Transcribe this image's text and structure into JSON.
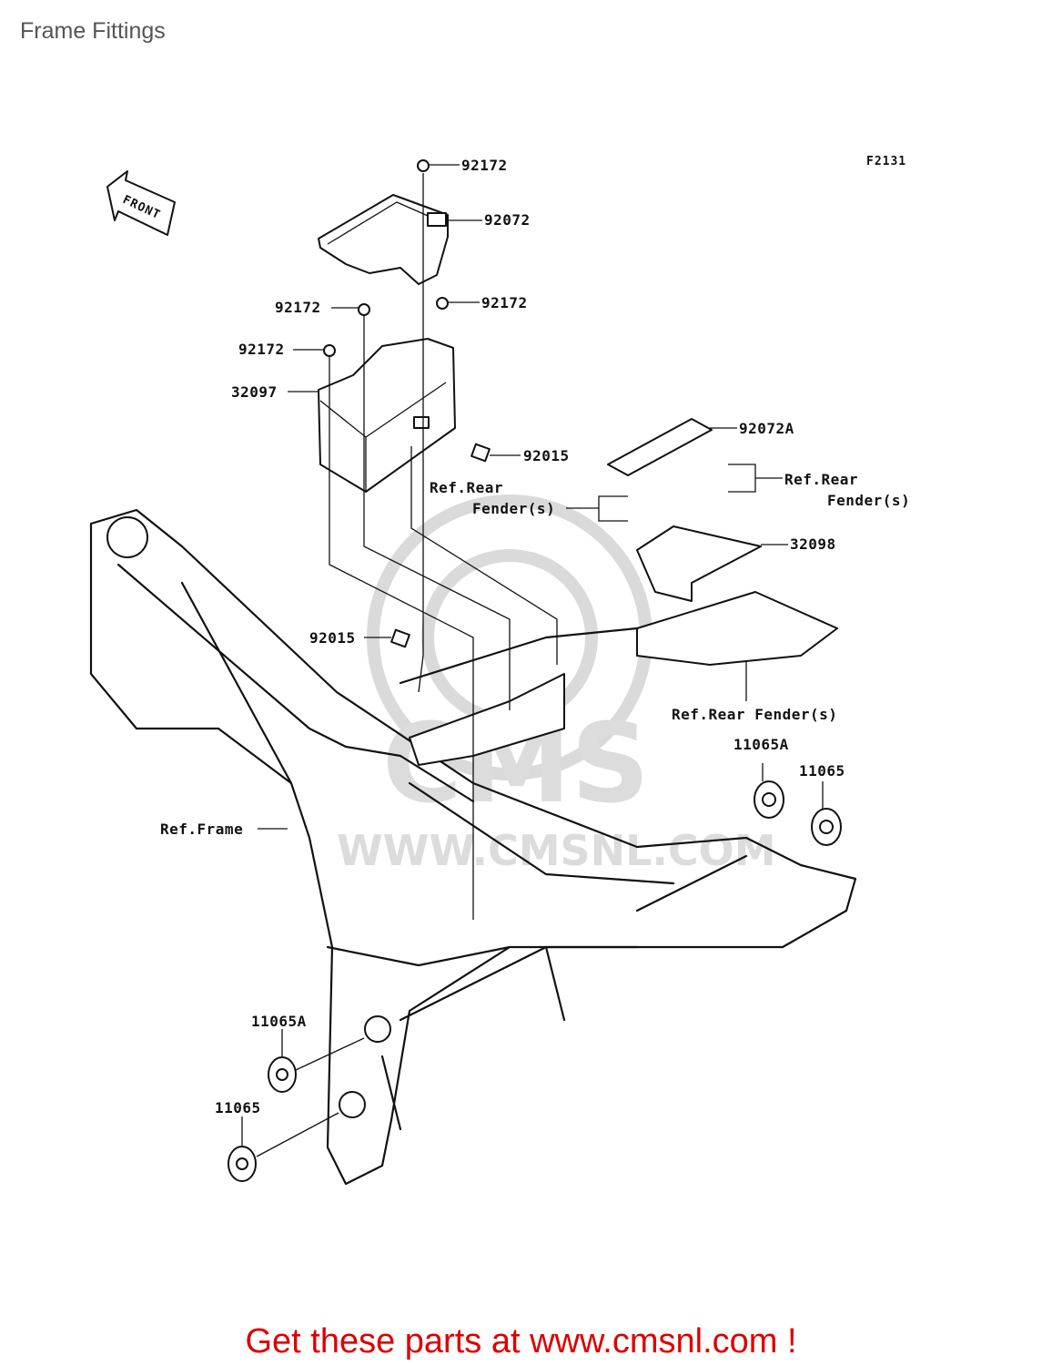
{
  "page": {
    "title": "Frame Fittings",
    "figure_code": "F2131",
    "front_arrow_label": "FRONT"
  },
  "parts": {
    "p92172_top": "92172",
    "p92072": "92072",
    "p92172_left": "92172",
    "p92172_right": "92172",
    "p92172_lower": "92172",
    "p32097": "32097",
    "p92015_right": "92015",
    "p92072A": "92072A",
    "p32098": "32098",
    "p92015_left": "92015",
    "p11065A_right": "11065A",
    "p11065_right": "11065",
    "p11065A_left": "11065A",
    "p11065_left": "11065"
  },
  "references": {
    "rear_fender_mid_line1": "Ref.Rear",
    "rear_fender_mid_line2": "Fender(s)",
    "rear_fender_right_line1": "Ref.Rear",
    "rear_fender_right_line2": "Fender(s)",
    "rear_fender_bottom": "Ref.Rear Fender(s)",
    "frame": "Ref.Frame"
  },
  "watermark": {
    "logo_text": "CMS",
    "url_text": "WWW.CMSNL.COM"
  },
  "footer": {
    "text": "Get these parts at www.cmsnl.com !"
  }
}
